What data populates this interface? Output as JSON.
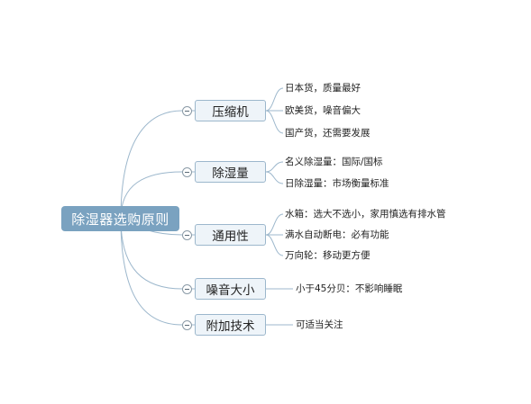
{
  "root": {
    "label": "除湿器选购原则"
  },
  "branches": [
    {
      "label": "压缩机",
      "children": [
        "日本货，质量最好",
        "欧美货，噪音偏大",
        "国产货，还需要发展"
      ]
    },
    {
      "label": "除湿量",
      "children": [
        "名义除湿量：国际/国标",
        "日除湿量：市场衡量标准"
      ]
    },
    {
      "label": "通用性",
      "children": [
        "水箱：选大不选小，家用慎选有排水管",
        "满水自动断电：必有功能",
        "万向轮：移动更方便"
      ]
    },
    {
      "label": "噪音大小",
      "children": [
        "小于45分贝：不影响睡眠"
      ]
    },
    {
      "label": "附加技术",
      "children": [
        "可适当关注"
      ]
    }
  ],
  "colors": {
    "root_fill": "#7aa2c0",
    "node_fill": "#eef4f9",
    "node_border": "#9cb7cc",
    "connector": "#9cb7cc"
  }
}
